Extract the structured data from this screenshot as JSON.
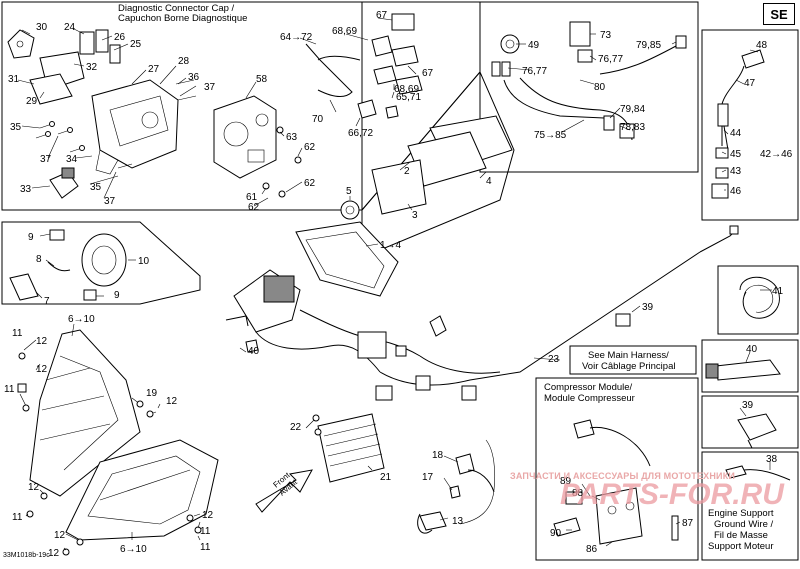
{
  "badge": "SE",
  "figure_code": "33M1018b-19c",
  "watermark": {
    "text": "ЗАПЧАСТИ И АКСЕССУАРЫ ДЛЯ МОТОТЕХНИКИ",
    "logo": "PARTS-FOR.RU"
  },
  "notes": {
    "diag_cap_1": "Diagnostic Connector Cap /",
    "diag_cap_2": "Capuchon Borne Diagnostique",
    "main_harness_1": "See Main Harness/",
    "main_harness_2": "Voir Câblage Principal",
    "compressor_1": "Compressor Module/",
    "compressor_2": "Module Compresseur",
    "engine_1": "Engine Support",
    "engine_2": "Ground Wire /",
    "engine_3": "Fil de Masse",
    "engine_4": "Support Moteur",
    "front_1": "Front",
    "front_2": "Avant"
  },
  "callouts": {
    "c30": "30",
    "c24": "24",
    "c26": "26",
    "c25": "25",
    "c31": "31",
    "c32": "32",
    "c27": "27",
    "c28": "28",
    "c29": "29",
    "c36": "36",
    "c37a": "37",
    "c35a": "35",
    "c37b": "37",
    "c34": "34",
    "c33": "33",
    "c35b": "35",
    "c37c": "37",
    "c58": "58",
    "c63": "63",
    "c62a": "62",
    "c62b": "62",
    "c61": "61",
    "c62c": "62",
    "c64": "64→72",
    "c6869a": "68,69",
    "c67a": "67",
    "c67b": "67",
    "c6869b": "68,69",
    "c6571": "65,71",
    "c70": "70",
    "c6672": "66,72",
    "c49": "49",
    "c73": "73",
    "c7985a": "79,85",
    "c7677a": "76,77",
    "c7677b": "76,77",
    "c80": "80",
    "c7984": "79,84",
    "c7883": "78,83",
    "c7585": "75→85",
    "c48": "48",
    "c47": "47",
    "c44": "44",
    "c45": "45",
    "c4246": "42→46",
    "c43": "43",
    "c46": "46",
    "c2": "2",
    "c4": "4",
    "c5": "5",
    "c3": "3",
    "c14": "1→4",
    "c9a": "9",
    "c10": "10",
    "c8": "8",
    "c7": "7",
    "c9b": "9",
    "c610a": "6→10",
    "c11a": "11",
    "c12a": "12",
    "c40a": "40",
    "c12b": "12",
    "c11b": "11",
    "c19": "19",
    "c12c": "12",
    "c39a": "39",
    "c41": "41",
    "c23": "23",
    "c40b": "40",
    "c39b": "39",
    "c22": "22",
    "c21": "21",
    "c18": "18",
    "c17": "17",
    "c13": "13",
    "c89": "89",
    "c88": "88",
    "c90": "90",
    "c86": "86",
    "c87": "87",
    "c38": "38",
    "c12d": "12",
    "c11c": "11",
    "c12e": "12",
    "c12f": "12",
    "c12g": "12",
    "c11d": "11",
    "c11e": "11",
    "c610b": "6→10"
  }
}
